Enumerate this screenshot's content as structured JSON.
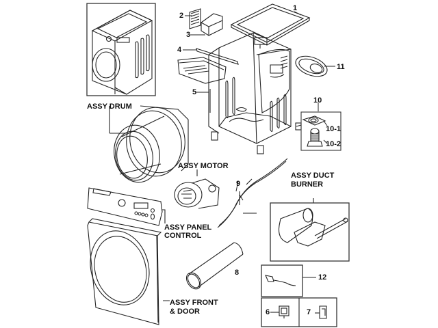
{
  "diagram": {
    "title": "Dryer exploded parts diagram",
    "assembly_labels": {
      "drum": "ASSY DRUM",
      "motor": "ASSY MOTOR",
      "duct_burner_line1": "ASSY DUCT",
      "duct_burner_line2": "BURNER",
      "panel_control_line1": "ASSY PANEL",
      "panel_control_line2": "CONTROL",
      "front_door_line1": "ASSY FRONT",
      "front_door_line2": "& DOOR"
    },
    "part_numbers": {
      "p1": "1",
      "p2": "2",
      "p3": "3",
      "p4": "4",
      "p5": "5",
      "p6": "6",
      "p7": "7",
      "p8": "8",
      "p9": "9",
      "p10": "10",
      "p10_1": "10-1",
      "p10_2": "10-2",
      "p11": "11",
      "p12": "12"
    },
    "colors": {
      "line": "#222222",
      "background": "#ffffff"
    }
  }
}
